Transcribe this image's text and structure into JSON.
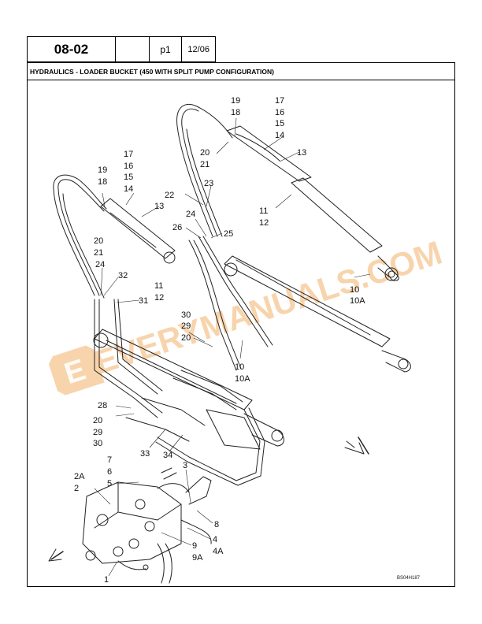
{
  "header": {
    "section": "08-02",
    "blank": "",
    "page": "p1",
    "date": "12/06"
  },
  "title": "HYDRAULICS - LOADER BUCKET (450 WITH SPLIT PUMP CONFIGURATION)",
  "watermark": {
    "letter": "E",
    "text": "EVERYMANUALS.COM",
    "color": "#f3b16a"
  },
  "figure_ref": "BS04H187",
  "callouts": [
    {
      "text": "19"
    },
    {
      "text": "18"
    },
    {
      "text": "17"
    },
    {
      "text": "16"
    },
    {
      "text": "15"
    },
    {
      "text": "14"
    },
    {
      "text": "13"
    },
    {
      "text": "20"
    },
    {
      "text": "21"
    },
    {
      "text": "17"
    },
    {
      "text": "16"
    },
    {
      "text": "15"
    },
    {
      "text": "14"
    },
    {
      "text": "19"
    },
    {
      "text": "18"
    },
    {
      "text": "13"
    },
    {
      "text": "20"
    },
    {
      "text": "21"
    },
    {
      "text": "22"
    },
    {
      "text": "23"
    },
    {
      "text": "24"
    },
    {
      "text": "26"
    },
    {
      "text": "25"
    },
    {
      "text": "11"
    },
    {
      "text": "12"
    },
    {
      "text": "10"
    },
    {
      "text": "10A"
    },
    {
      "text": "24"
    },
    {
      "text": "32"
    },
    {
      "text": "31"
    },
    {
      "text": "11"
    },
    {
      "text": "12"
    },
    {
      "text": "30"
    },
    {
      "text": "29"
    },
    {
      "text": "20"
    },
    {
      "text": "10"
    },
    {
      "text": "10A"
    },
    {
      "text": "28"
    },
    {
      "text": "20"
    },
    {
      "text": "29"
    },
    {
      "text": "30"
    },
    {
      "text": "33"
    },
    {
      "text": "34"
    },
    {
      "text": "7"
    },
    {
      "text": "6"
    },
    {
      "text": "5"
    },
    {
      "text": "3"
    },
    {
      "text": "2A"
    },
    {
      "text": "2"
    },
    {
      "text": "8"
    },
    {
      "text": "4"
    },
    {
      "text": "4A"
    },
    {
      "text": "9"
    },
    {
      "text": "9A"
    },
    {
      "text": "1"
    }
  ]
}
